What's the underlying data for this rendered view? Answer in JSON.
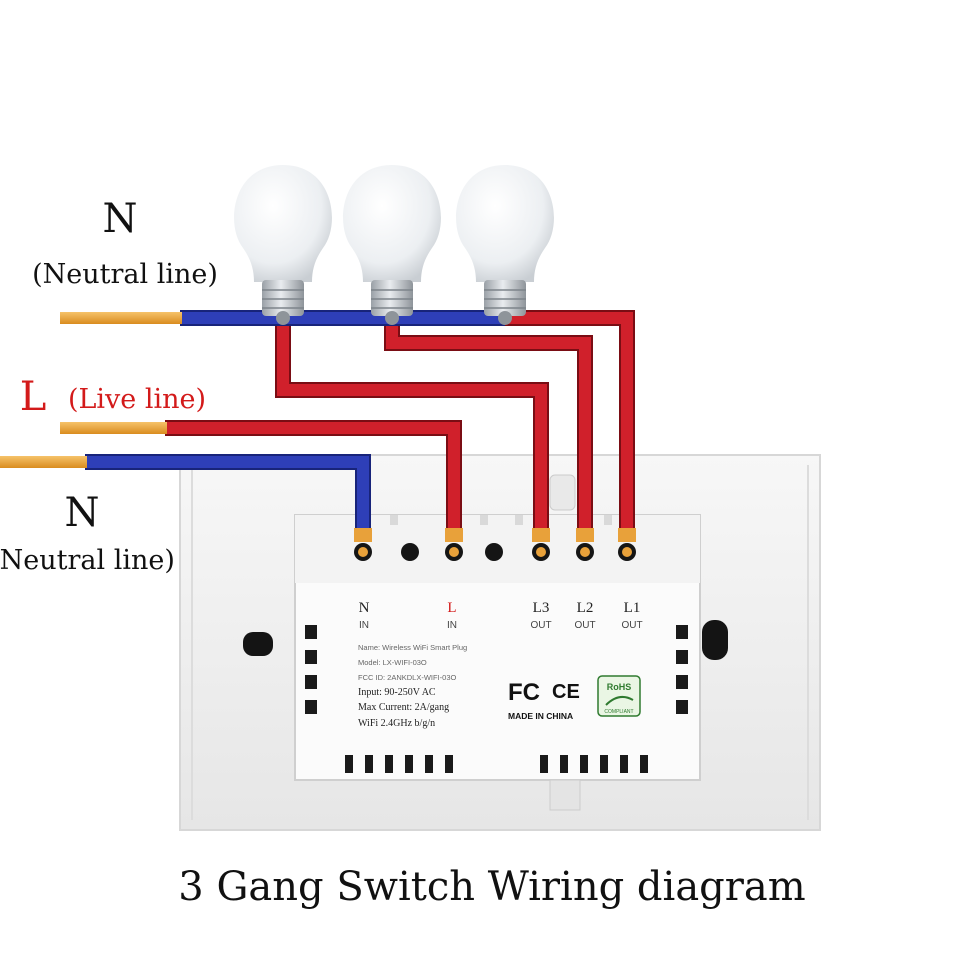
{
  "labels": {
    "neutral_top_letter": "N",
    "neutral_top_text": "(Neutral line)",
    "live_letter": "L",
    "live_text": "(Live line)",
    "neutral_bottom_letter": "N",
    "neutral_bottom_text": "(Neutral line)"
  },
  "terminals": [
    {
      "name": "N",
      "sub": "IN"
    },
    {
      "name": "L",
      "sub": "IN"
    },
    {
      "name": "L3",
      "sub": "OUT"
    },
    {
      "name": "L2",
      "sub": "OUT"
    },
    {
      "name": "L1",
      "sub": "OUT"
    }
  ],
  "spec_label": {
    "name": "Name: Wireless WiFi Smart Plug",
    "model": "Model: LX-WIFI-03O",
    "fcc": "FCC ID: 2ANKDLX-WIFI-03O",
    "input": "Input: 90-250V AC",
    "max_current": "Max Current: 2A/gang",
    "wifi": "WiFi 2.4GHz b/g/n",
    "made_in": "MADE IN CHINA",
    "fcc_mark": "FC",
    "ce_mark": "CE",
    "rohs": "RoHS",
    "rohs_sub": "COMPLIANT"
  },
  "caption": "3 Gang Switch Wiring diagram",
  "colors": {
    "live_wire": "#d0202b",
    "neutral_wire": "#2e3fb8",
    "copper": "#e8a13a",
    "plate": "#f2f2f2",
    "module": "#ffffff"
  }
}
